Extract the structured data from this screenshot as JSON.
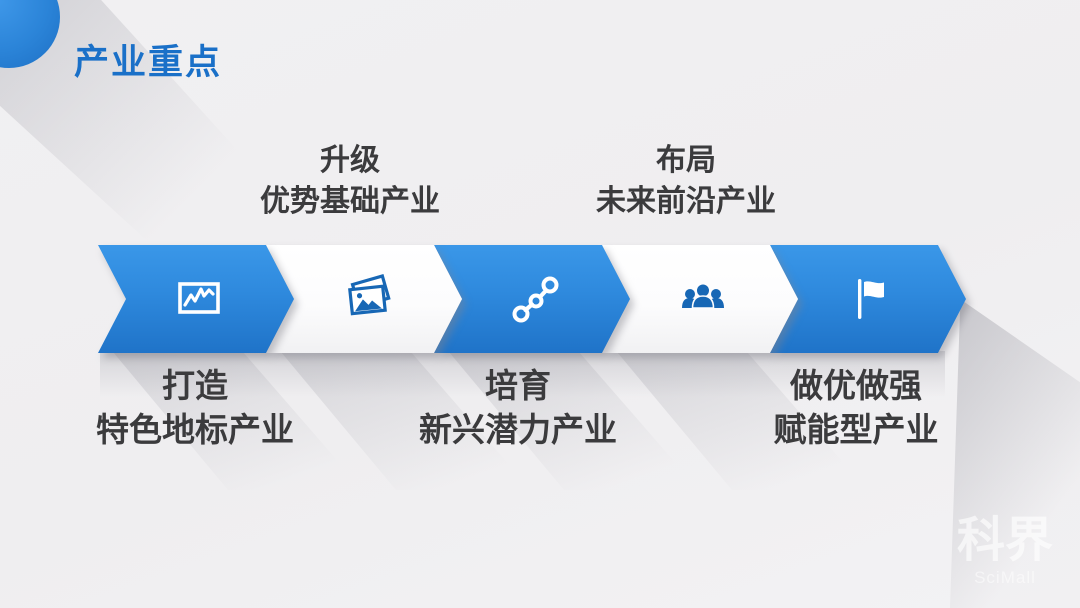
{
  "slide": {
    "title": "产业重点",
    "watermark": {
      "line1": "科界",
      "line2": "SciMall"
    }
  },
  "colors": {
    "title_blue": "#1a70c8",
    "chevron_blue_top": "#3a97e8",
    "chevron_blue_bottom": "#1f73c8",
    "chevron_white": "#ffffff",
    "icon_blue": "#1767b5",
    "label_text": "#3b3b3d",
    "background": "#f0eff1"
  },
  "steps": [
    {
      "variant": "blue",
      "icon": "chart-icon",
      "label_position": "below",
      "line1": "打造",
      "line2": "特色地标产业"
    },
    {
      "variant": "white",
      "icon": "photos-icon",
      "label_position": "above",
      "line1": "升级",
      "line2": "优势基础产业"
    },
    {
      "variant": "blue",
      "icon": "route-icon",
      "label_position": "below",
      "line1": "培育",
      "line2": "新兴潜力产业"
    },
    {
      "variant": "white",
      "icon": "people-icon",
      "label_position": "above",
      "line1": "布局",
      "line2": "未来前沿产业"
    },
    {
      "variant": "blue",
      "icon": "flag-icon",
      "label_position": "below",
      "line1": "做优做强",
      "line2": "赋能型产业"
    }
  ]
}
